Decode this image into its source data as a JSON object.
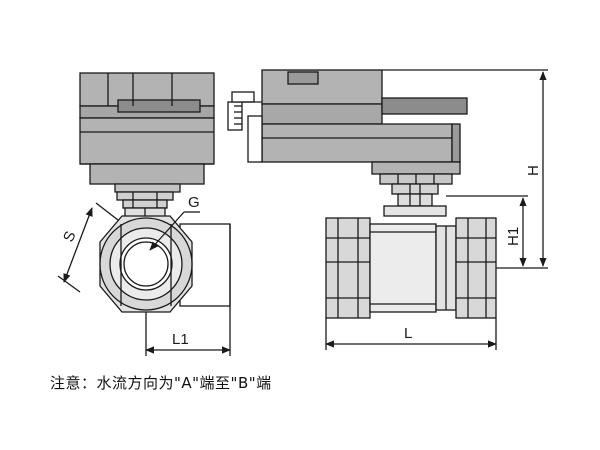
{
  "labels": {
    "G": "G",
    "S": "S",
    "L1": "L1",
    "L": "L",
    "H": "H",
    "H1": "H1"
  },
  "note": "注意：水流方向为\"A\"端至\"B\"端",
  "colors": {
    "line": "#1a1a1a",
    "actuator_fill": "#b3b3b3",
    "actuator_dark": "#8c8c8c",
    "body_fill": "#dedede",
    "background": "#ffffff"
  }
}
